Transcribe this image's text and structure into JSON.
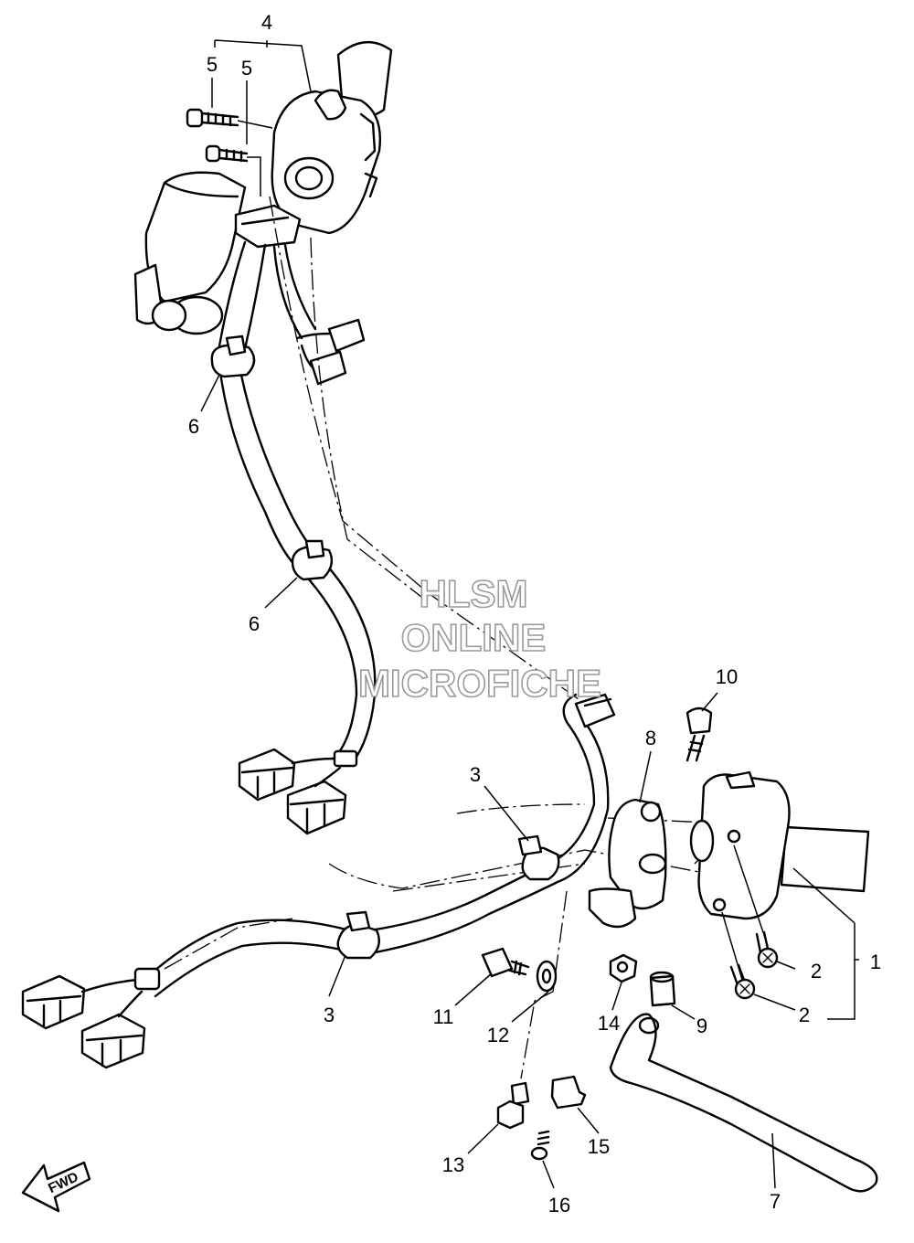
{
  "watermark": {
    "line1": "HLSM",
    "line2": "ONLINE",
    "line3": "MICROFICHE"
  },
  "fwd_label": "FWD",
  "callouts": [
    {
      "id": "c4",
      "text": "4"
    },
    {
      "id": "c5a",
      "text": "5"
    },
    {
      "id": "c5b",
      "text": "5"
    },
    {
      "id": "c6a",
      "text": "6"
    },
    {
      "id": "c6b",
      "text": "6"
    },
    {
      "id": "c10",
      "text": "10"
    },
    {
      "id": "c8",
      "text": "8"
    },
    {
      "id": "c3a",
      "text": "3"
    },
    {
      "id": "c3b",
      "text": "3"
    },
    {
      "id": "c1",
      "text": "1"
    },
    {
      "id": "c2a",
      "text": "2"
    },
    {
      "id": "c2b",
      "text": "2"
    },
    {
      "id": "c11",
      "text": "11"
    },
    {
      "id": "c12",
      "text": "12"
    },
    {
      "id": "c14",
      "text": "14"
    },
    {
      "id": "c9",
      "text": "9"
    },
    {
      "id": "c13",
      "text": "13"
    },
    {
      "id": "c15",
      "text": "15"
    },
    {
      "id": "c16",
      "text": "16"
    },
    {
      "id": "c7",
      "text": "7"
    }
  ]
}
